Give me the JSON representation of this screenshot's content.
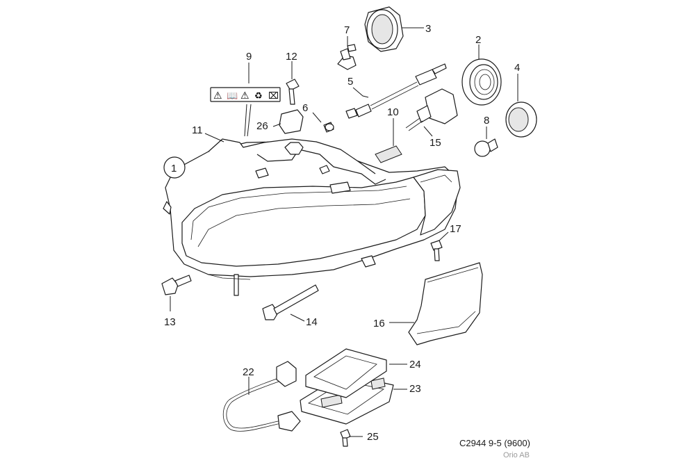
{
  "diagram": {
    "callouts": {
      "c1": "1",
      "c2": "2",
      "c3": "3",
      "c4": "4",
      "c5": "5",
      "c6": "6",
      "c7": "7",
      "c8": "8",
      "c9": "9",
      "c10": "10",
      "c11": "11",
      "c12": "12",
      "c13": "13",
      "c14": "14",
      "c15": "15",
      "c16": "16",
      "c17": "17",
      "c22": "22",
      "c23": "23",
      "c24": "24",
      "c25": "25",
      "c26": "26"
    },
    "caption": "C2944 9-5 (9600)",
    "credit": "Orio AB",
    "label_icons": [
      "warning-icon",
      "manual-book-icon",
      "warning-icon",
      "recycle-icon",
      "disposal-bin-icon"
    ]
  }
}
